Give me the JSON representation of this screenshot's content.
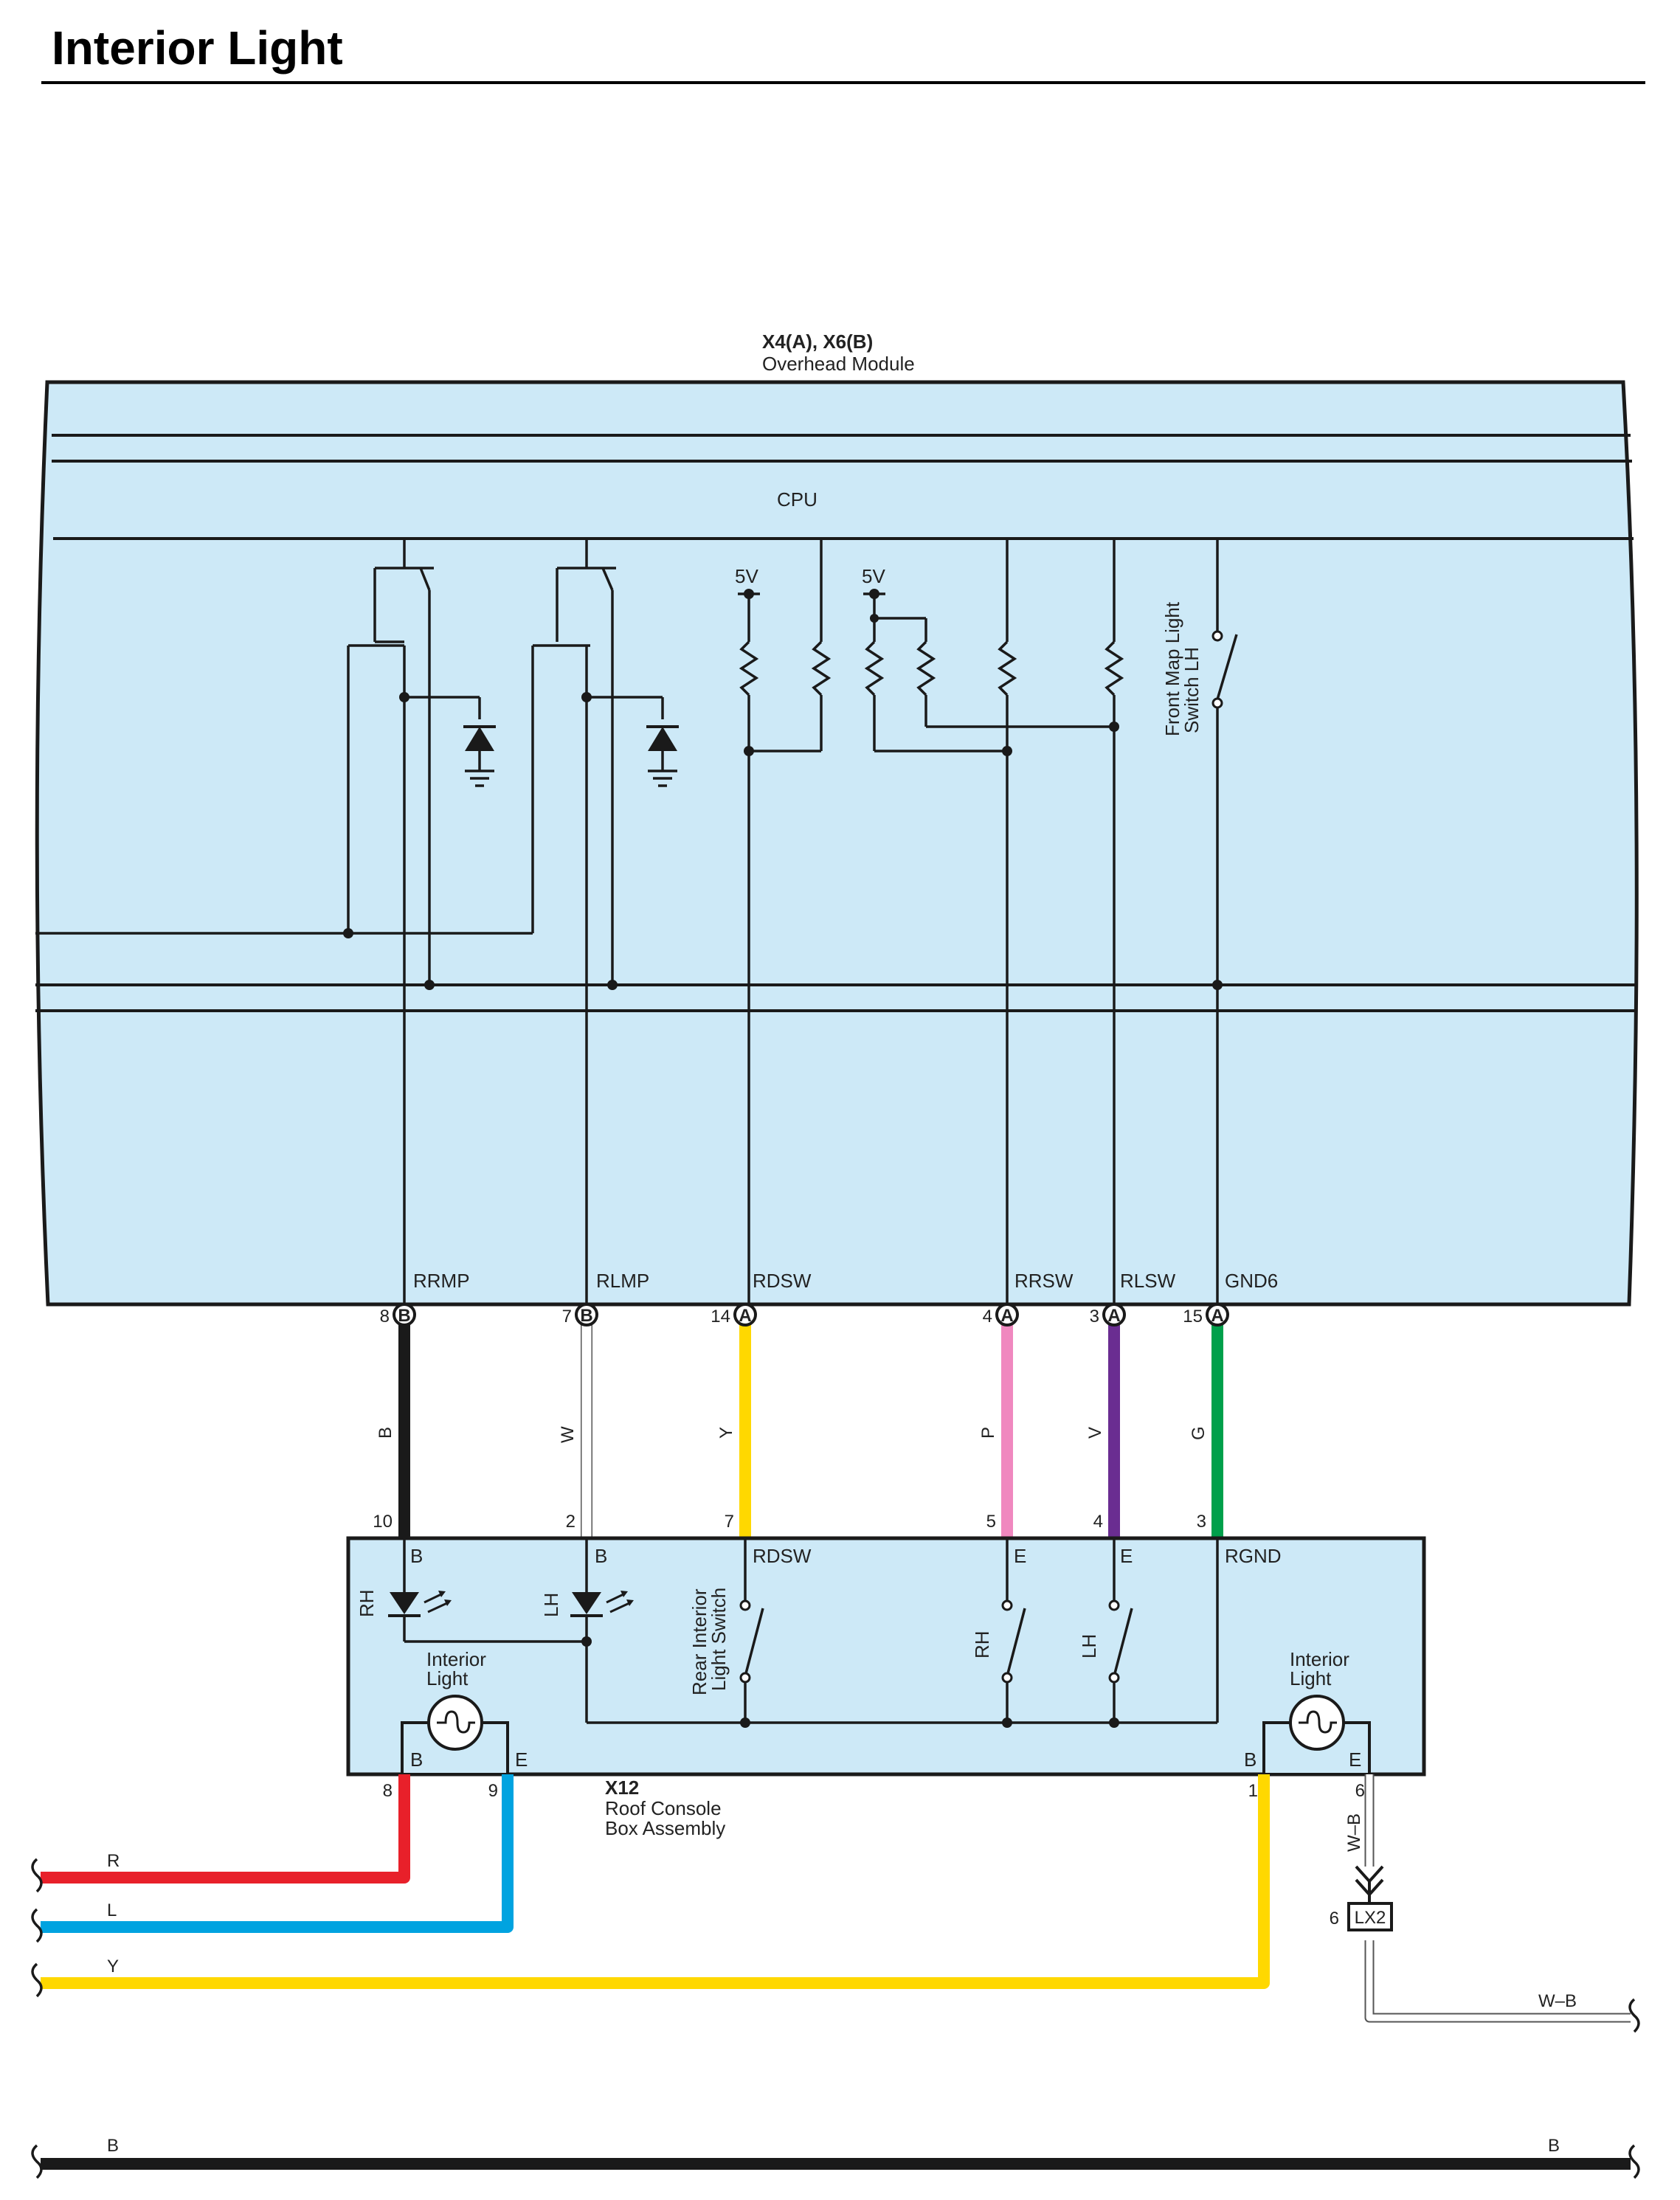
{
  "page": {
    "title": "Interior Light"
  },
  "colors": {
    "module_fill": "#cde9f7",
    "black_wire": "#1a1a1a",
    "white_wire": "#ffffff",
    "yellow_wire": "#ffd800",
    "pink_wire": "#f088bf",
    "violet_wire": "#6a2d91",
    "green_wire": "#00a04b",
    "red_wire": "#e8202a",
    "blue_wire": "#00a3e0"
  },
  "overhead_module": {
    "code": "X4(A), X6(B)",
    "name": "Overhead Module",
    "cpu_label": "CPU",
    "supply_left": "5V",
    "supply_right": "5V",
    "front_map_switch": [
      "Front Map Light",
      "Switch LH"
    ],
    "terminals": [
      {
        "name": "RRMP",
        "pin": "8",
        "connector": "B",
        "wire": "B"
      },
      {
        "name": "RLMP",
        "pin": "7",
        "connector": "B",
        "wire": "W"
      },
      {
        "name": "RDSW",
        "pin": "14",
        "connector": "A",
        "wire": "Y"
      },
      {
        "name": "RRSW",
        "pin": "4",
        "connector": "A",
        "wire": "P"
      },
      {
        "name": "RLSW",
        "pin": "3",
        "connector": "A",
        "wire": "V"
      },
      {
        "name": "GND6",
        "pin": "15",
        "connector": "A",
        "wire": "G"
      }
    ]
  },
  "roof_console": {
    "code": "X12",
    "name_line1": "Roof Console",
    "name_line2": "Box Assembly",
    "top_pins": [
      "10",
      "2",
      "7",
      "5",
      "4",
      "3"
    ],
    "top_terms": [
      "B",
      "B",
      "RDSW",
      "E",
      "E",
      "RGND"
    ],
    "led_labels": [
      "RH",
      "LH"
    ],
    "rear_switch": [
      "Rear Interior",
      "Light Switch"
    ],
    "switch_labels": [
      "RH",
      "LH"
    ],
    "lamp_left": {
      "label_line1": "Interior",
      "label_line2": "Light",
      "term_b": "B",
      "term_e": "E",
      "pin_b": "8",
      "pin_e": "9"
    },
    "lamp_right": {
      "label_line1": "Interior",
      "label_line2": "Light",
      "term_b": "B",
      "term_e": "E",
      "pin_b": "1",
      "pin_e": "6"
    }
  },
  "wires_bottom": [
    {
      "label": "R"
    },
    {
      "label": "L"
    },
    {
      "label": "Y"
    }
  ],
  "ground": {
    "wire": "W–B",
    "connector": "LX2",
    "pin": "6",
    "out_label": "W–B"
  },
  "bus": {
    "left": "B",
    "right": "B"
  }
}
